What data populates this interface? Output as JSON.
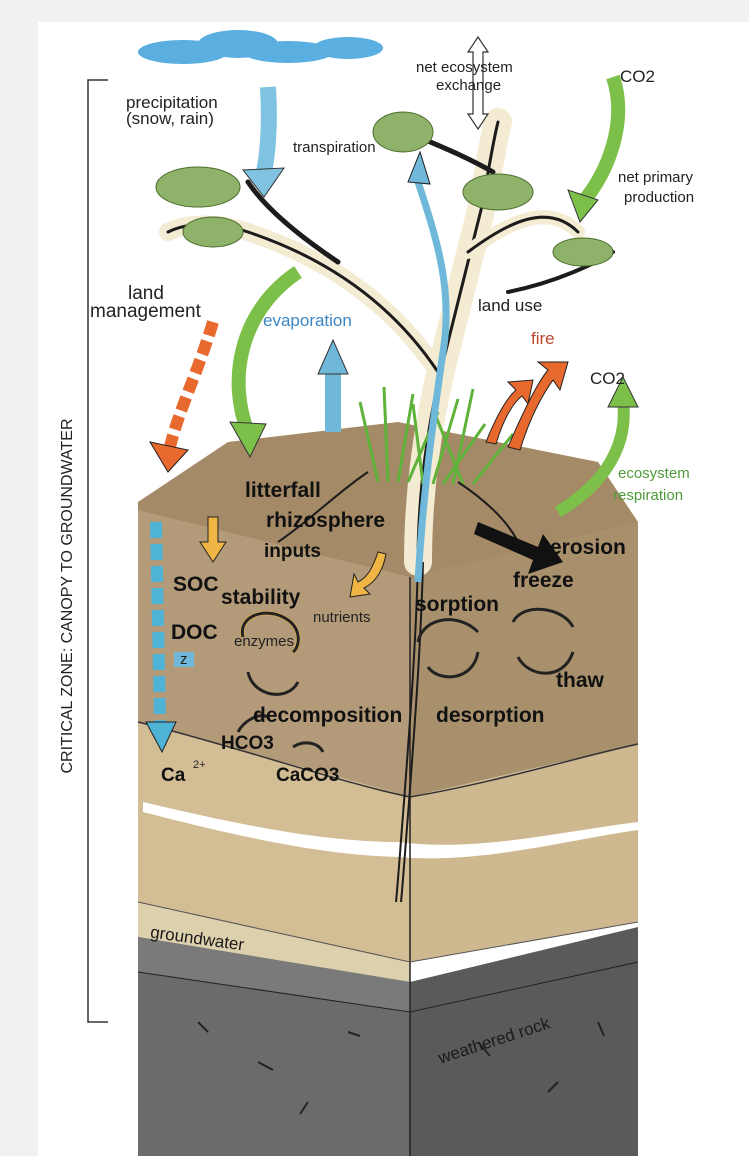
{
  "side_label": "CRITICAL ZONE: CANOPY TO GROUNDWATER",
  "labels": {
    "precipitation": "precipitation",
    "precipitation_sub": "(snow, rain)",
    "net_ecosystem_exchange": "net ecosystem",
    "net_ecosystem_exchange_2": "exchange",
    "co2_top": "CO2",
    "transpiration": "transpiration",
    "net_primary_production": "net primary",
    "net_primary_production_2": "production",
    "land_management": "land",
    "land_management_2": "management",
    "evaporation": "evaporation",
    "land_use": "land use",
    "fire": "fire",
    "co2_right": "CO2",
    "ecosystem_respiration": "ecosystem",
    "ecosystem_respiration_2": "respiration",
    "litterfall": "litterfall",
    "rhizosphere": "rhizosphere",
    "inputs": "inputs",
    "erosion": "erosion",
    "soc": "SOC",
    "stability": "stability",
    "nutrients": "nutrients",
    "sorption": "sorption",
    "freeze": "freeze",
    "doc": "DOC",
    "enzymes": "enzymes",
    "z": "z",
    "thaw": "thaw",
    "decomposition": "decomposition",
    "desorption": "desorption",
    "hco3": "HCO3",
    "ca": "Ca",
    "ca_charge": "2+",
    "caco3": "CaCO3",
    "groundwater": "groundwater",
    "weathered_rock": "weathered rock"
  },
  "colors": {
    "water_blue": "#6fb8d9",
    "carbon_green": "#7cc04a",
    "fire_orange": "#e8692e",
    "soil_top": "#b39a78",
    "soil_mid": "#c9b08a",
    "soil_lower": "#ddd0ad",
    "rock": "#5d5d5d"
  }
}
